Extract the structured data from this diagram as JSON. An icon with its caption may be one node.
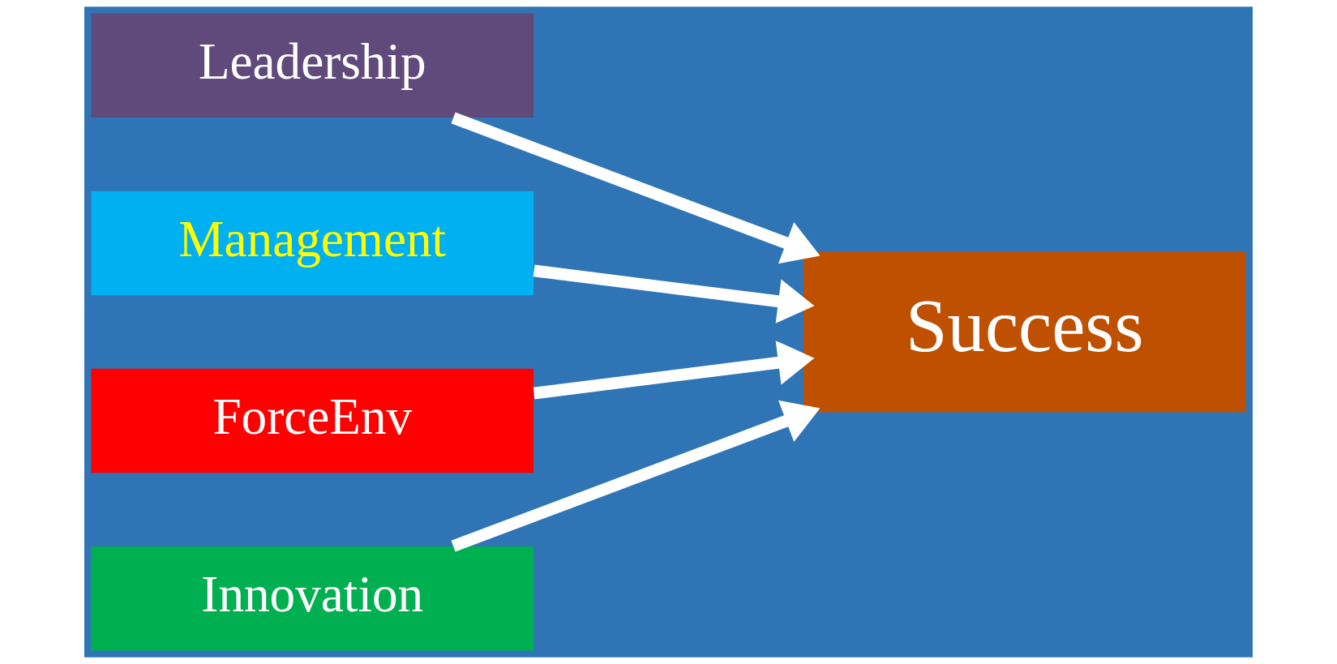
{
  "diagram": {
    "nodes": [
      {
        "text": [
          "Leadership"
        ]
      },
      {
        "text": [
          "Management"
        ]
      },
      {
        "text": [
          "ForceEnv"
        ]
      },
      {
        "text": [
          "Innovation"
        ]
      },
      {
        "text": [
          "Success"
        ]
      }
    ],
    "edges": [
      {
        "from": 0,
        "to": 4,
        "arrow": "to"
      },
      {
        "from": 1,
        "to": 4,
        "arrow": "to"
      },
      {
        "from": 2,
        "to": 4,
        "arrow": "to"
      },
      {
        "from": 3,
        "to": 4,
        "arrow": "to"
      }
    ]
  }
}
